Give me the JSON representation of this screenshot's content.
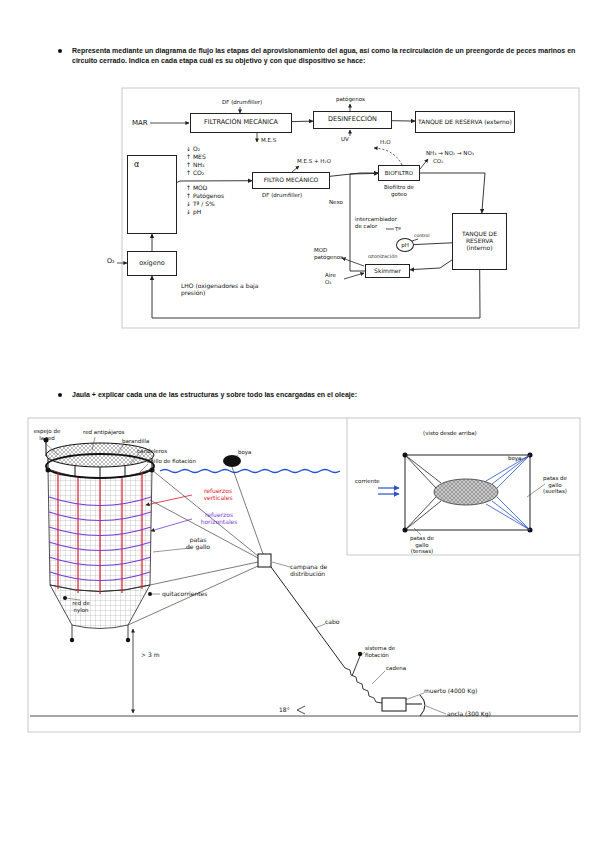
{
  "diagram": {
    "nodes": [
      {
        "text": [
          "FILTRACIÓN MECÁNICA"
        ]
      },
      {
        "text": [
          "DESINFECCIÓN"
        ]
      },
      {
        "text": [
          "TANQUE DE RESERVA (externo)"
        ]
      },
      {
        "text": [
          "α"
        ]
      },
      {
        "text": [
          "FILTRO MECÁNICO"
        ]
      },
      {
        "text": [
          "BIOFILTRO"
        ]
      },
      {
        "text": [
          "pH"
        ]
      },
      {
        "text": [
          "TANQUE DE RESERVA (interno)"
        ]
      },
      {
        "text": [
          "Skimmer"
        ]
      },
      {
        "text": [
          "oxígeno"
        ]
      }
    ],
    "edges": [
      {
        "from": 0,
        "to": 1,
        "arrow": "to"
      },
      {
        "from": 1,
        "to": 2,
        "arrow": "to"
      },
      {
        "from": 3,
        "to": 4,
        "arrow": "to"
      },
      {
        "from": 4,
        "to": 5,
        "arrow": "to"
      },
      {
        "from": 5,
        "to": 7,
        "arrow": "to"
      },
      {
        "from": 7,
        "to": 8,
        "arrow": "to"
      },
      {
        "from": 8,
        "to": 5,
        "arrow": "to"
      },
      {
        "from": 6,
        "to": 7,
        "arrow": "none"
      },
      {
        "from": 7,
        "to": 9,
        "arrow": "to"
      },
      {
        "from": 9,
        "to": 3,
        "arrow": "to"
      }
    ],
    "labels": [
      "Representa mediante un diagrama de flujo las etapas del aprovisionamiento del agua, así como la recirculación de un preengorde de peces marinos en circuito cerrado. Indica en cada etapa cuál es su objetivo y con qué dispositivo se hace:",
      "MAR",
      "DF (drumfiller)",
      "M.E.S",
      "patógenos",
      "UV",
      "↓ O₂",
      "↑ MES",
      "↑ NH₃",
      "↑ CO₂",
      "↑ MOD",
      "↑ Patógenos",
      "↓ Tª / S%",
      "↓ pH",
      "M.E.S + H₂O",
      "DF (drumfiller)",
      "H₂O",
      "NH₃ → NO₂ → NO₃",
      "CO₂",
      "Biofiltro de goteo",
      "Nexo",
      "intercambiador de calor",
      "Tª",
      "control",
      "MOD patógenos",
      "ozonización",
      "Aire O₃",
      "O₂",
      "LHO (oxigenadores a baja presión)",
      "Jaula + explicar cada una de las estructuras y sobre todo las encargadas en el oleaje:",
      "espejo de la red",
      "red antipájaros",
      "barandilla",
      "candeleros",
      "anillo de flotación",
      "boya",
      "refuerzos verticales",
      "refuerzos horizontales",
      "patas de gallo",
      "campana de distribución",
      "red de nylon",
      "quitacorrientes",
      "> 3 m",
      "cabo",
      "sistema de flotación",
      "cadena",
      "muerto (4000 Kg)",
      "ancla (300 Kg)",
      "18°",
      "(visto desde arriba)",
      "boya",
      "corriente",
      "patas de gallo (sueltas)",
      "patas de gallo (tensas)"
    ]
  }
}
